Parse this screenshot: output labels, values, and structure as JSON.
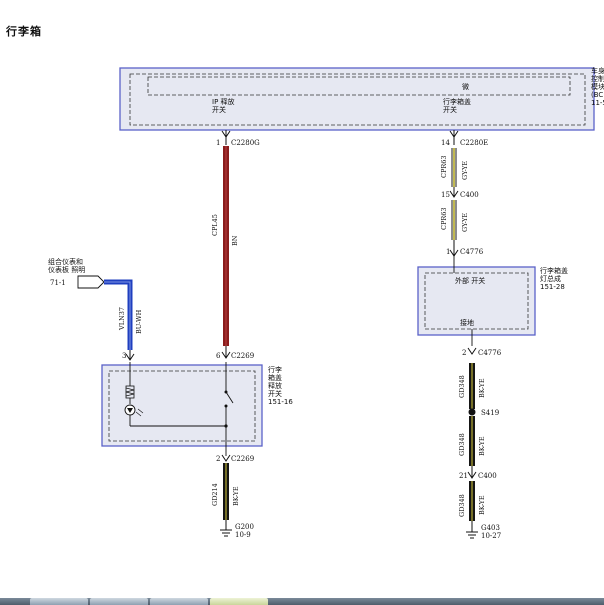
{
  "title": "行李箱",
  "bcm": {
    "label_lines": [
      "车身",
      "控制",
      "模块",
      "(BC",
      "11-5"
    ],
    "inner_label": "微",
    "pin_ip_release": [
      "IP 释放",
      "开关"
    ],
    "pin_trunk_lid": [
      "行李箱盖",
      "开关"
    ]
  },
  "left_circuit": {
    "pin_top": "1",
    "conn_top": "C2280G",
    "wire_code": "CPL45",
    "wire_color": "BN",
    "pin_bottom": "6",
    "conn_bottom": "C2269",
    "lighting_source": [
      "组合仪表和",
      "仪表板 照明"
    ],
    "lighting_ref": "71-1",
    "lighting_wire_code": "VLN37",
    "lighting_wire_color": "BU-WH",
    "lighting_pin": "3",
    "switch_label": [
      "行李",
      "箱盖",
      "释放",
      "开关",
      "151-16"
    ],
    "ground_pin": "2",
    "ground_conn": "C2269",
    "ground_wire_code": "GD214",
    "ground_wire_color": "BK-YE",
    "ground_id": "G200",
    "ground_ref": "10-9"
  },
  "right_circuit": {
    "pin_top": "14",
    "conn_top": "C2280E",
    "wire1_code": "CPR63",
    "wire1_color": "GY-YE",
    "pin_mid": "15",
    "conn_mid": "C400",
    "wire2_code": "CPR63",
    "wire2_color": "GY-YE",
    "pin_lamp": "1",
    "conn_lamp": "C4776",
    "lamp_label": [
      "行李箱盖",
      "灯总成",
      "151-28"
    ],
    "lamp_inner": "外部 开关",
    "lamp_ground": "接地",
    "lamp_pin_bottom": "2",
    "lamp_conn_bottom": "C4776",
    "wire3_code": "GD348",
    "wire3_color": "BK-YE",
    "splice": "S419",
    "wire4_code": "GD348",
    "wire4_color": "BK-YE",
    "pin_c400": "21",
    "conn_c400": "C400",
    "wire5_code": "GD348",
    "wire5_color": "BK-YE",
    "ground_id": "G403",
    "ground_ref": "10-27"
  },
  "colors": {
    "brown_wire": "#8b1c1c",
    "blue_wire": "#1f3fbf",
    "grey_yellow_wire": "#c8c27a",
    "black_yellow_wire": "#151515",
    "component_fill": "#e6e8f2",
    "component_border": "#5a62c8"
  }
}
